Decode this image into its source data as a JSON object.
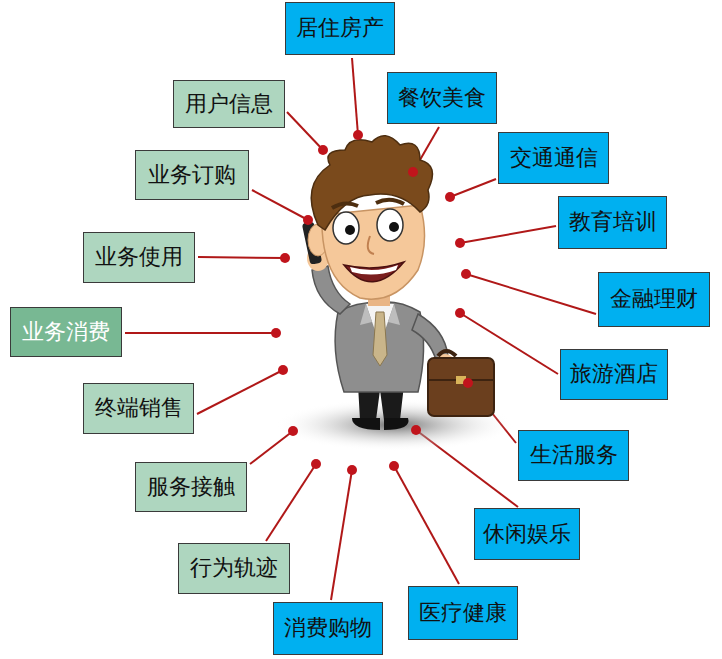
{
  "diagram": {
    "nodes": [
      {
        "text": [
          "居住房产"
        ]
      },
      {
        "text": [
          "用户信息"
        ]
      },
      {
        "text": [
          "餐饮美食"
        ]
      },
      {
        "text": [
          "交通通信"
        ]
      },
      {
        "text": [
          "业务订购"
        ]
      },
      {
        "text": [
          "教育培训"
        ]
      },
      {
        "text": [
          "业务使用"
        ]
      },
      {
        "text": [
          "金融理财"
        ]
      },
      {
        "text": [
          "业务消费"
        ]
      },
      {
        "text": [
          "旅游酒店"
        ]
      },
      {
        "text": [
          "终端销售"
        ]
      },
      {
        "text": [
          "生活服务"
        ]
      },
      {
        "text": [
          "服务接触"
        ]
      },
      {
        "text": [
          "休闲娱乐"
        ]
      },
      {
        "text": [
          "行为轨迹"
        ]
      },
      {
        "text": [
          "医疗健康"
        ]
      },
      {
        "text": [
          "消费购物"
        ]
      }
    ]
  }
}
